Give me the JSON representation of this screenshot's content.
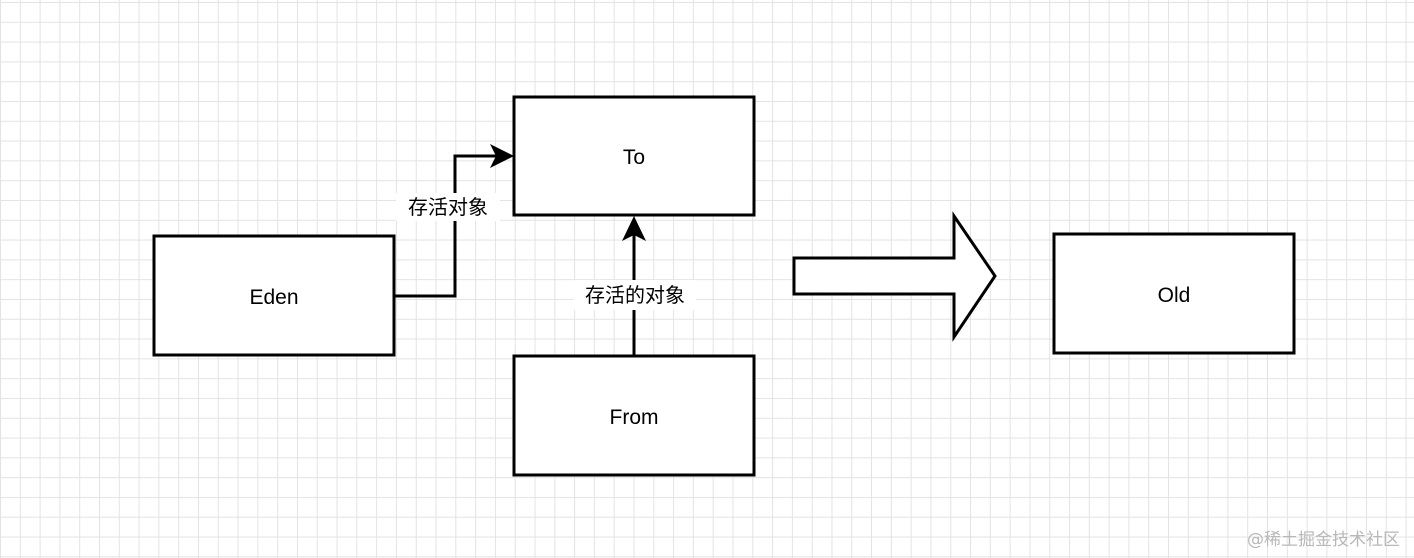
{
  "nodes": {
    "eden": {
      "label": "Eden"
    },
    "to": {
      "label": "To"
    },
    "from": {
      "label": "From"
    },
    "old": {
      "label": "Old"
    }
  },
  "edges": {
    "eden_to": {
      "label": "存活对象"
    },
    "from_to": {
      "label": "存活的对象"
    }
  },
  "watermark": "@稀土掘金技术社区",
  "colors": {
    "stroke": "#000000",
    "grid": "#e3e3e3",
    "background": "#ffffff"
  }
}
